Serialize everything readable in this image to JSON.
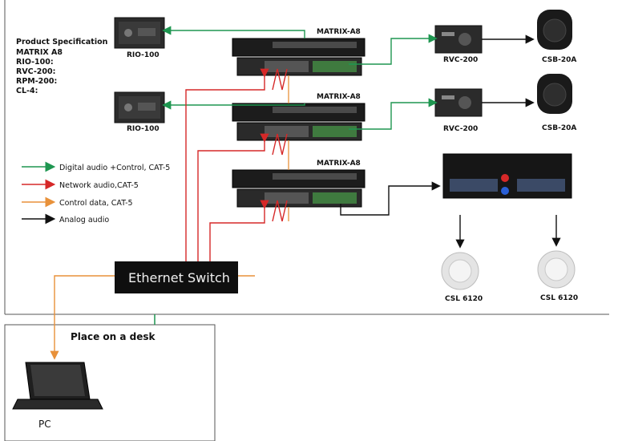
{
  "spec": {
    "title": "Product Specification",
    "items": [
      "MATRIX A8",
      "RIO-100:",
      "RVC-200:",
      "RPM-200:",
      "CL-4:"
    ]
  },
  "devices": {
    "matrix_label": "MATRIX-A8",
    "rio_label": "RIO-100",
    "rvc_label": "RVC-200",
    "csb_label": "CSB-20A",
    "csl_label": "CSL 6120",
    "switch_label": "Ethernet Switch",
    "pc_label": "PC"
  },
  "desk": {
    "title": "Place on a desk"
  },
  "legend": {
    "digital": "Digital audio +Control, CAT-5",
    "network": "Network audio,CAT-5",
    "control": "Control data, CAT-5",
    "analog": "Analog audio"
  },
  "colors": {
    "digital": "#1e9650",
    "network": "#d62828",
    "control": "#e8913a",
    "analog": "#111111"
  }
}
